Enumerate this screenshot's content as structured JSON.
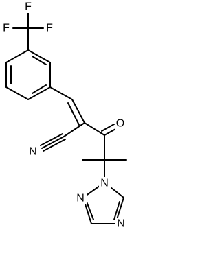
{
  "molecule": {
    "atoms": {
      "f1": "F",
      "f2": "F",
      "f3": "F",
      "o1": "O",
      "n_nitrile": "N",
      "n_triazole_1": "N",
      "n_triazole_2": "N",
      "n_triazole_4": "N"
    }
  }
}
